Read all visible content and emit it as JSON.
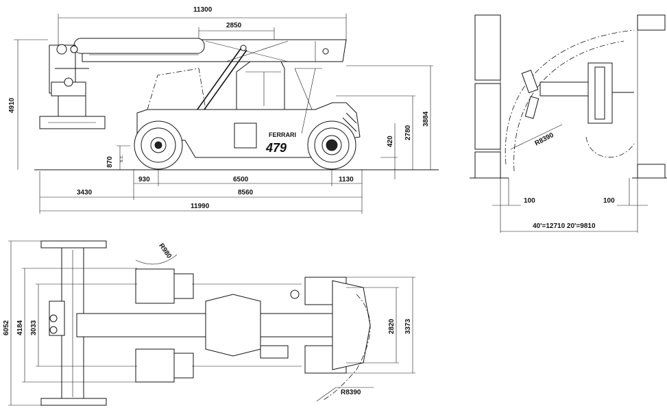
{
  "side_view": {
    "overall_length_top": "11300",
    "spreader_extension": "2850",
    "height_total": "4910",
    "height_cab": "3884",
    "height_cab_floor": "2780",
    "ground_clearance": "420",
    "spreader_low": "870",
    "brand": "FERRARI",
    "model": "479",
    "front_overhang": "930",
    "wheelbase": "6500",
    "rear_overhang": "1130",
    "front_reach": "3430",
    "chassis_length": "8560",
    "overall_length_bottom": "11990"
  },
  "top_right_view": {
    "turning_radius": "R8390",
    "clearance_left": "100",
    "clearance_right": "100",
    "aisle_width": "40'=12710  20'=9810"
  },
  "plan_view": {
    "spreader_width": "6052",
    "spreader_mid": "4184",
    "track_front": "3033",
    "track_rear": "2820",
    "overall_width": "3373",
    "inner_radius": "R980",
    "outer_radius": "R8390"
  }
}
